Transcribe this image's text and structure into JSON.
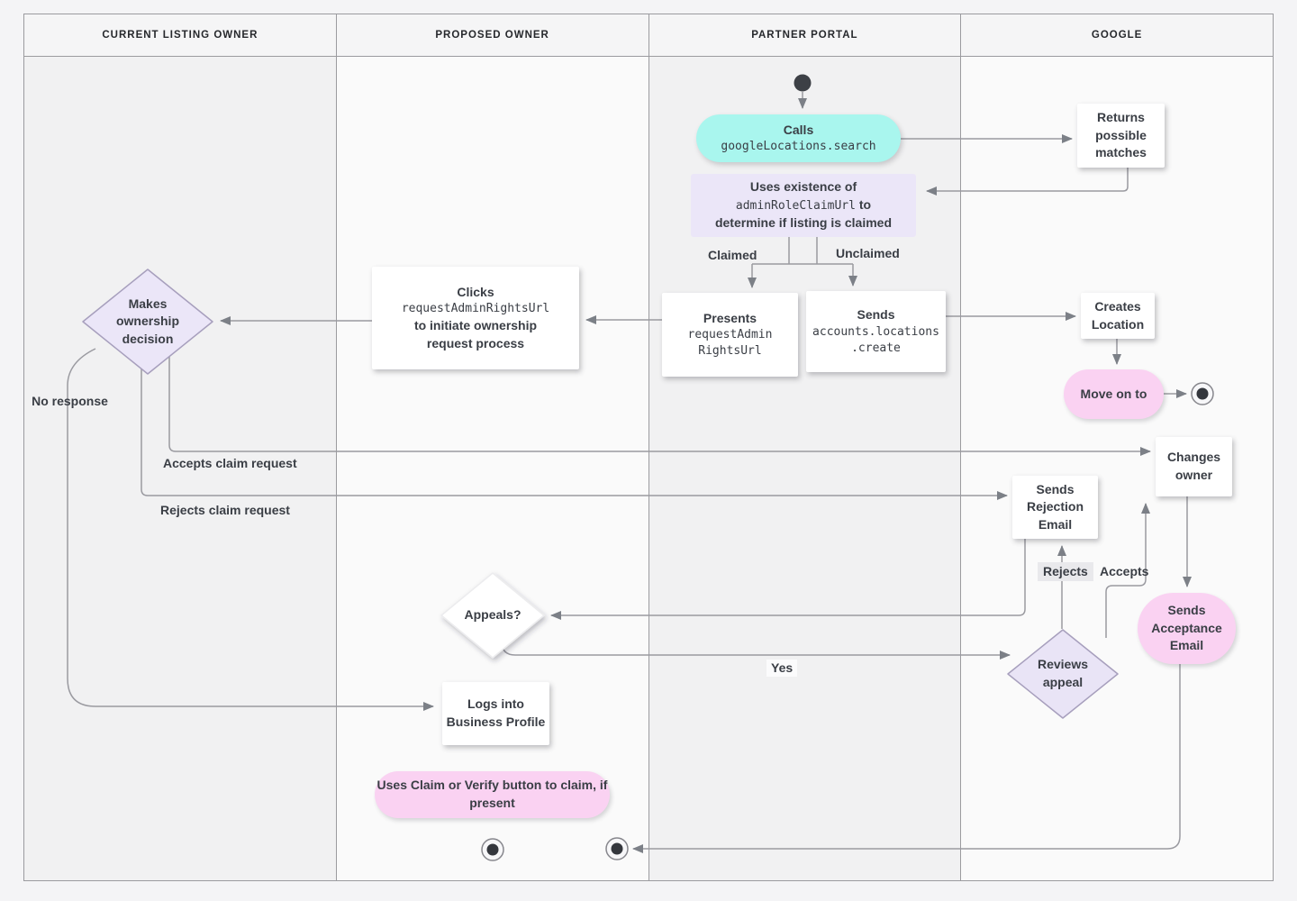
{
  "lanes": [
    {
      "id": "current-listing-owner",
      "label": "CURRENT LISTING OWNER"
    },
    {
      "id": "proposed-owner",
      "label": "PROPOSED OWNER"
    },
    {
      "id": "partner-portal",
      "label": "PARTNER PORTAL"
    },
    {
      "id": "google",
      "label": "GOOGLE"
    }
  ],
  "nodes": {
    "calls_search": {
      "title": "Calls",
      "code": "googleLocations.search"
    },
    "returns_matches": {
      "label": "Returns possible matches"
    },
    "uses_existence": {
      "line1": "Uses existence of",
      "code": "adminRoleClaimUrl",
      "line2_suffix": "to",
      "line3": "determine if listing is claimed"
    },
    "presents_url": {
      "title": "Presents",
      "code": "requestAdmin\nRightsUrl"
    },
    "sends_create": {
      "title": "Sends",
      "code": "accounts.locations\n.create"
    },
    "clicks_url": {
      "title": "Clicks",
      "code": "requestAdminRightsUrl",
      "post": "to initiate ownership\nrequest process"
    },
    "makes_decision": {
      "label": "Makes ownership decision"
    },
    "creates_location": {
      "label": "Creates Location"
    },
    "move_on": {
      "label": "Move on to"
    },
    "changes_owner": {
      "label": "Changes owner"
    },
    "sends_rejection": {
      "label": "Sends Rejection Email"
    },
    "appeals": {
      "label": "Appeals?"
    },
    "reviews_appeal": {
      "label": "Reviews appeal"
    },
    "sends_acceptance": {
      "label": "Sends Acceptance Email"
    },
    "logs_in": {
      "label": "Logs into Business Profile"
    },
    "uses_claim_button": {
      "label": "Uses Claim or Verify button to claim, if present"
    }
  },
  "edge_labels": {
    "claimed": "Claimed",
    "unclaimed": "Unclaimed",
    "no_response": "No response",
    "accepts_claim": "Accepts claim request",
    "rejects_claim": "Rejects claim request",
    "rejects": "Rejects",
    "accepts": "Accepts",
    "yes": "Yes"
  },
  "colors": {
    "teal": "#a9f6ee",
    "lavender": "#ebe6f8",
    "pink": "#fad2f2",
    "white-node": "#ffffff",
    "line": "#9a9aa0",
    "arrow": "#7c8087",
    "text": "#3a3e45"
  }
}
